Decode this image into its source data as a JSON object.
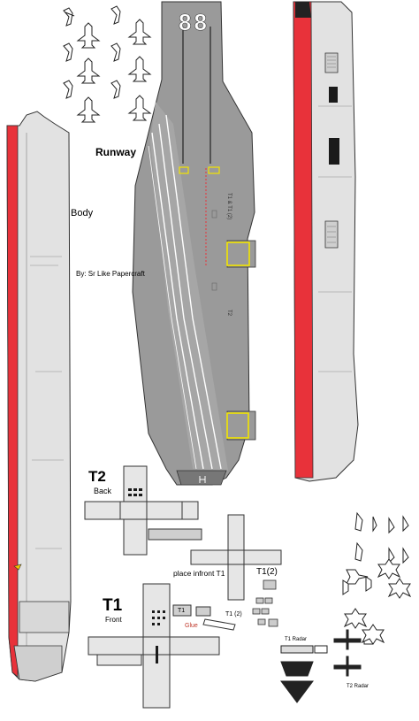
{
  "labels": {
    "runway": "Runway",
    "body": "Body",
    "byline": "By: Sr Like Papercraft",
    "t2": "T2",
    "back": "Back",
    "t1": "T1",
    "front": "Front",
    "place": "place infront T1",
    "t1_two": "T1(2)",
    "t1_small": "T1",
    "t1_two_small": "T1 (2)",
    "glue": "Glue",
    "t1_radar": "T1 Radar",
    "t2_radar": "T2 Radar",
    "hull_number": "88",
    "deck_marking_1": "T1 & T1 (2)",
    "deck_marking_2": "T2"
  },
  "colors": {
    "deck_gray": "#9a9a9a",
    "hull_light": "#e2e2e2",
    "hull_red": "#e8323a",
    "outline": "#333333",
    "yellow": "#f2e400"
  }
}
